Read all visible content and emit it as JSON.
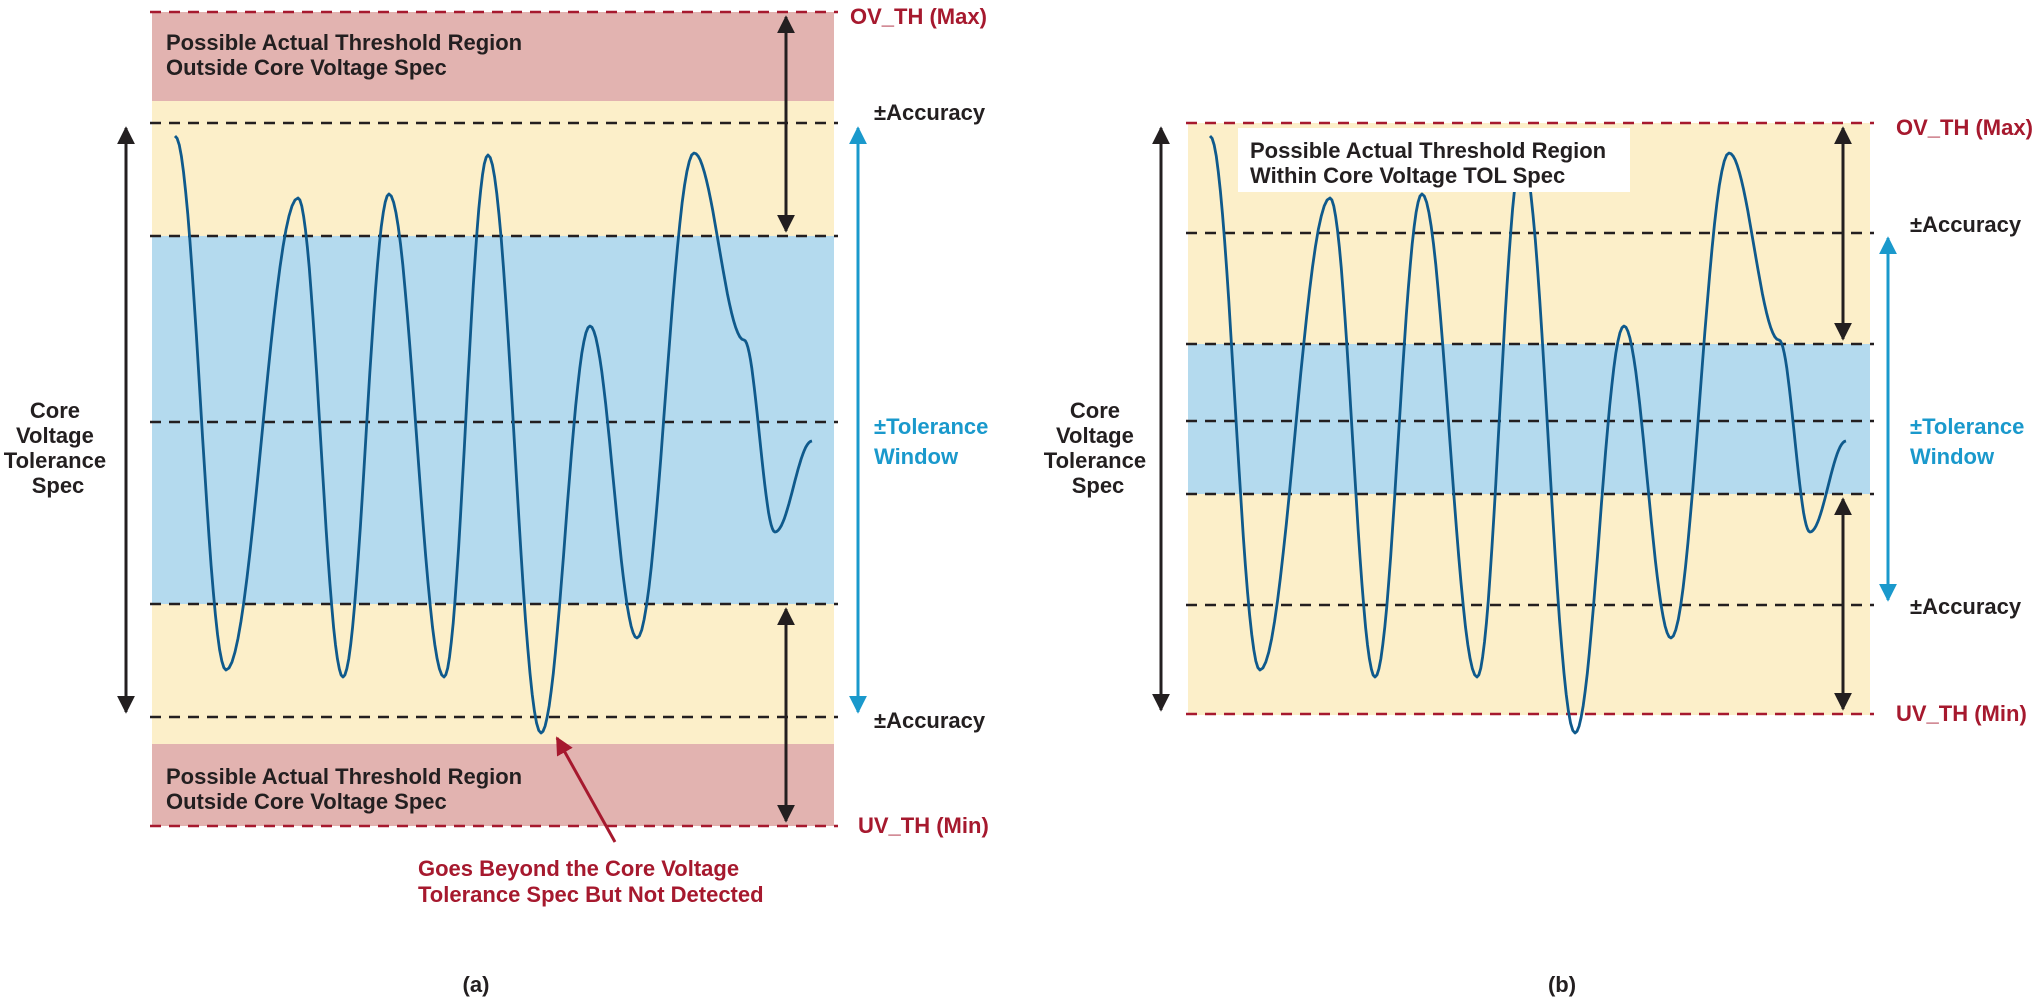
{
  "colors": {
    "red_region": "#e2b3b0",
    "yellow_region": "#fcefc9",
    "blue_region": "#b4daee",
    "dark": "#231f20",
    "red": "#a6192e",
    "blue": "#1a99cc",
    "wave": "#0f5a8c"
  },
  "panel_a": {
    "ov_th": "OV_TH (Max)",
    "uv_th": "UV_TH (Min)",
    "accuracy_top": "±Accuracy",
    "accuracy_bottom": "±Accuracy",
    "tolerance_window": [
      "±Tolerance",
      "Window"
    ],
    "core_spec": [
      "Core",
      "Voltage",
      "Tolerance",
      "Spec"
    ],
    "region_top": [
      "Possible Actual Threshold Region",
      "Outside Core Voltage Spec"
    ],
    "region_bottom": [
      "Possible Actual Threshold Region",
      "Outside Core Voltage Spec"
    ],
    "annotation": [
      "Goes Beyond the Core Voltage",
      "Tolerance Spec But Not Detected"
    ],
    "caption": "(a)"
  },
  "panel_b": {
    "ov_th": "OV_TH (Max)",
    "uv_th": "UV_TH (Min)",
    "accuracy_top": "±Accuracy",
    "accuracy_bottom": "±Accuracy",
    "tolerance_window": [
      "±Tolerance",
      "Window"
    ],
    "core_spec": [
      "Core",
      "Voltage",
      "Tolerance",
      "Spec"
    ],
    "region_label": [
      "Possible Actual Threshold Region",
      "Within Core Voltage TOL Spec"
    ],
    "caption": "(b)"
  }
}
